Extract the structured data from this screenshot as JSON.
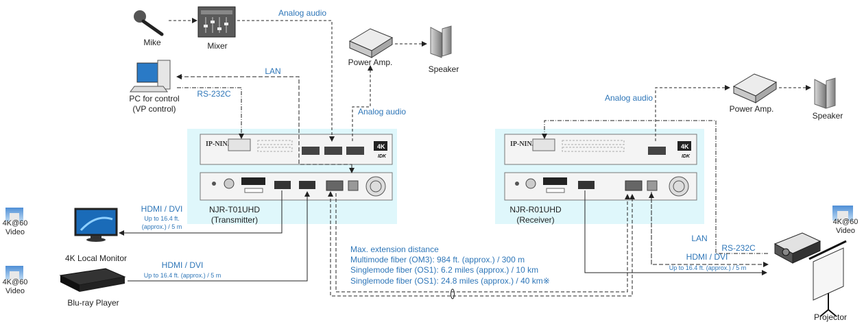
{
  "labels": {
    "mike": "Mike",
    "mixer": "Mixer",
    "analog_audio_top": "Analog audio",
    "power_amp_left": "Power Amp.",
    "speaker_left": "Speaker",
    "lan_left": "LAN",
    "rs232c_left": "RS-232C",
    "pc_line1": "PC for control",
    "pc_line2": "(VP control)",
    "analog_audio_mid": "Analog audio",
    "analog_audio_right": "Analog audio",
    "power_amp_right": "Power Amp.",
    "speaker_right": "Speaker",
    "transmitter_line1": "NJR-T01UHD",
    "transmitter_line2": "(Transmitter)",
    "receiver_line1": "NJR-R01UHD",
    "receiver_line2": "(Receiver)",
    "hdmi_dvi_1": "HDMI / DVI",
    "up_to_1": "Up to 16.4 ft.",
    "approx_1": "(approx.) / 5 m",
    "monitor": "4K Local Monitor",
    "hdmi_dvi_2": "HDMI / DVI",
    "up_to_2": "Up to 16.4 ft. (approx.) / 5 m",
    "bluray": "Blu-ray Player",
    "video_badge_1": "4K@60",
    "video_label_1": "Video",
    "video_badge_2": "4K@60",
    "video_label_2": "Video",
    "video_badge_3": "4K@60",
    "video_label_3": "Video",
    "max_ext": "Max. extension distance",
    "mm_fiber": "Multimode fiber (OM3): 984 ft. (approx.) / 300 m",
    "sm_fiber1": "Singlemode fiber (OS1): 6.2 miles (approx.) / 10 km",
    "sm_fiber2": "Singlemode fiber (OS1): 24.8 miles (approx.) / 40 km※",
    "rs232c_right": "RS-232C",
    "lan_right": "LAN",
    "hdmi_dvi_3": "HDMI / DVI",
    "up_to_3": "Up to 16.4 ft. (approx.) / 5 m",
    "projector": "Projector",
    "panel_brand": "IP-NINJAR",
    "panel_4k": "4K",
    "panel_idk": "IDK"
  },
  "colors": {
    "device_bg": "#dff7fb",
    "link_text": "#2e76b8",
    "line": "#222222"
  }
}
